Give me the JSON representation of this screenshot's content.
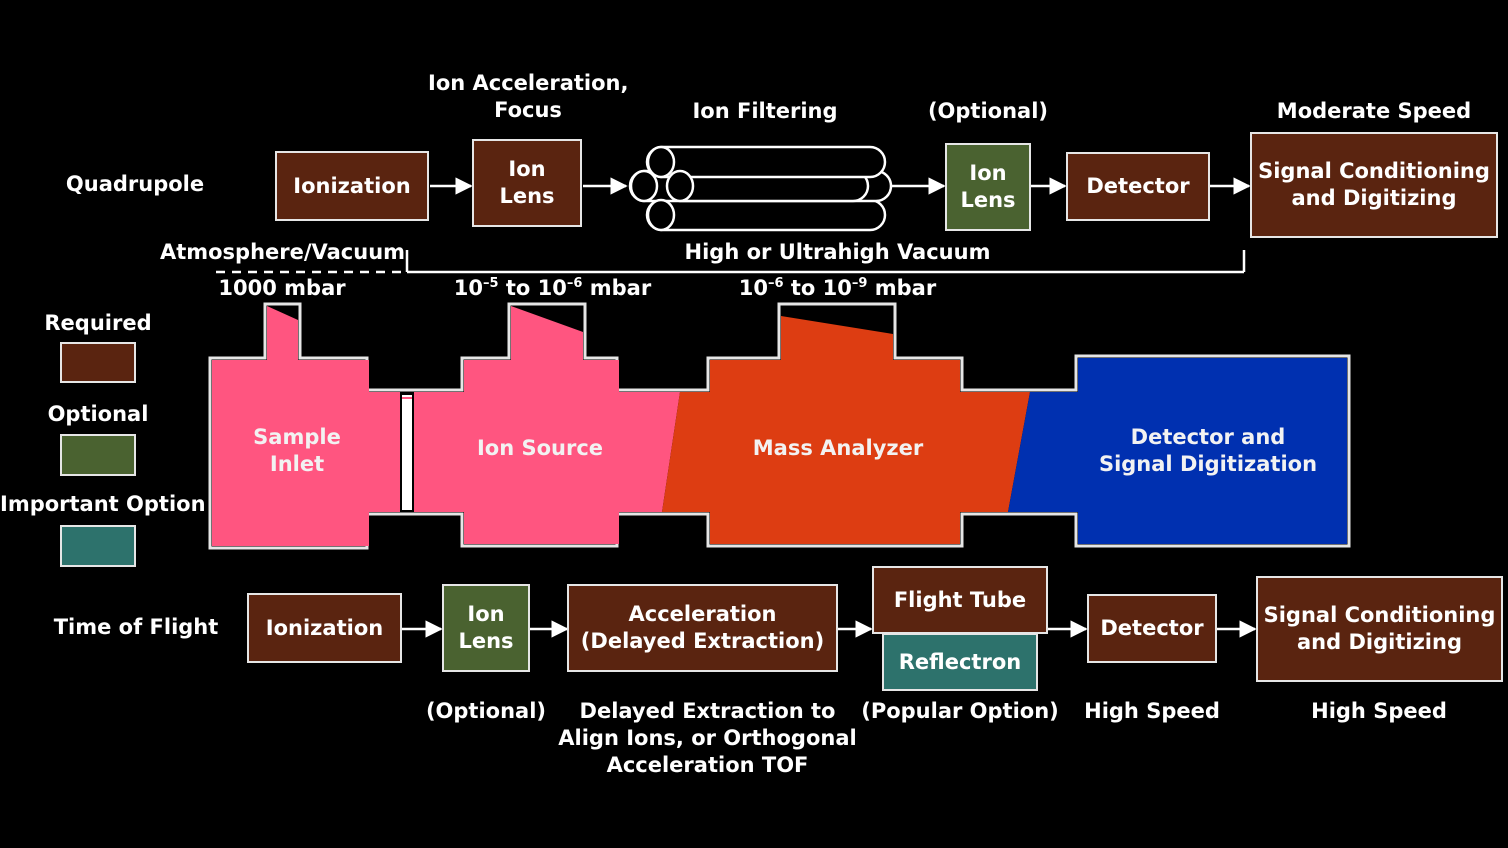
{
  "quadrupole": {
    "row_label": "Quadrupole",
    "ionization": "Ionization",
    "ion_lens_1": "Ion\nLens",
    "ion_lens_1_caption": "Ion Acceleration,\nFocus",
    "ion_filtering_caption": "Ion Filtering",
    "ion_lens_2": "Ion\nLens",
    "ion_lens_2_caption": "(Optional)",
    "detector": "Detector",
    "signal": "Signal Conditioning\nand Digitizing",
    "signal_caption": "Moderate Speed"
  },
  "pressure": {
    "atmosphere_vacuum": "Atmosphere/Vacuum",
    "high_vacuum": "High or Ultrahigh Vacuum",
    "p1": "1000 mbar",
    "p2": {
      "a": "10",
      "a_exp": "–5",
      "mid": " to 10",
      "b_exp": "–6",
      "unit": " mbar"
    },
    "p3": {
      "a": "10",
      "a_exp": "–6",
      "mid": " to 10",
      "b_exp": "–9",
      "unit": " mbar"
    }
  },
  "legend": {
    "required": "Required",
    "optional": "Optional",
    "important": "Important Option",
    "colors": {
      "required": "#5a2410",
      "optional": "#4a6230",
      "important": "#2d726c"
    }
  },
  "zones": {
    "sample_inlet": "Sample\nInlet",
    "ion_source": "Ion Source",
    "mass_analyzer": "Mass Analyzer",
    "detector": "Detector and\nSignal Digitization",
    "colors": {
      "pink": "#ff5580",
      "orange": "#dd3d12",
      "blue": "#0030b0"
    }
  },
  "tof": {
    "row_label": "Time of Flight",
    "ionization": "Ionization",
    "ion_lens": "Ion\nLens",
    "ion_lens_caption": "(Optional)",
    "acceleration": "Acceleration\n(Delayed Extraction)",
    "acceleration_caption": "Delayed Extraction to\nAlign Ions, or Orthogonal\nAcceleration TOF",
    "flight_tube": "Flight Tube",
    "reflectron": "Reflectron",
    "reflectron_caption": "(Popular Option)",
    "detector": "Detector",
    "detector_caption": "High Speed",
    "signal": "Signal Conditioning\nand Digitizing",
    "signal_caption": "High Speed"
  }
}
